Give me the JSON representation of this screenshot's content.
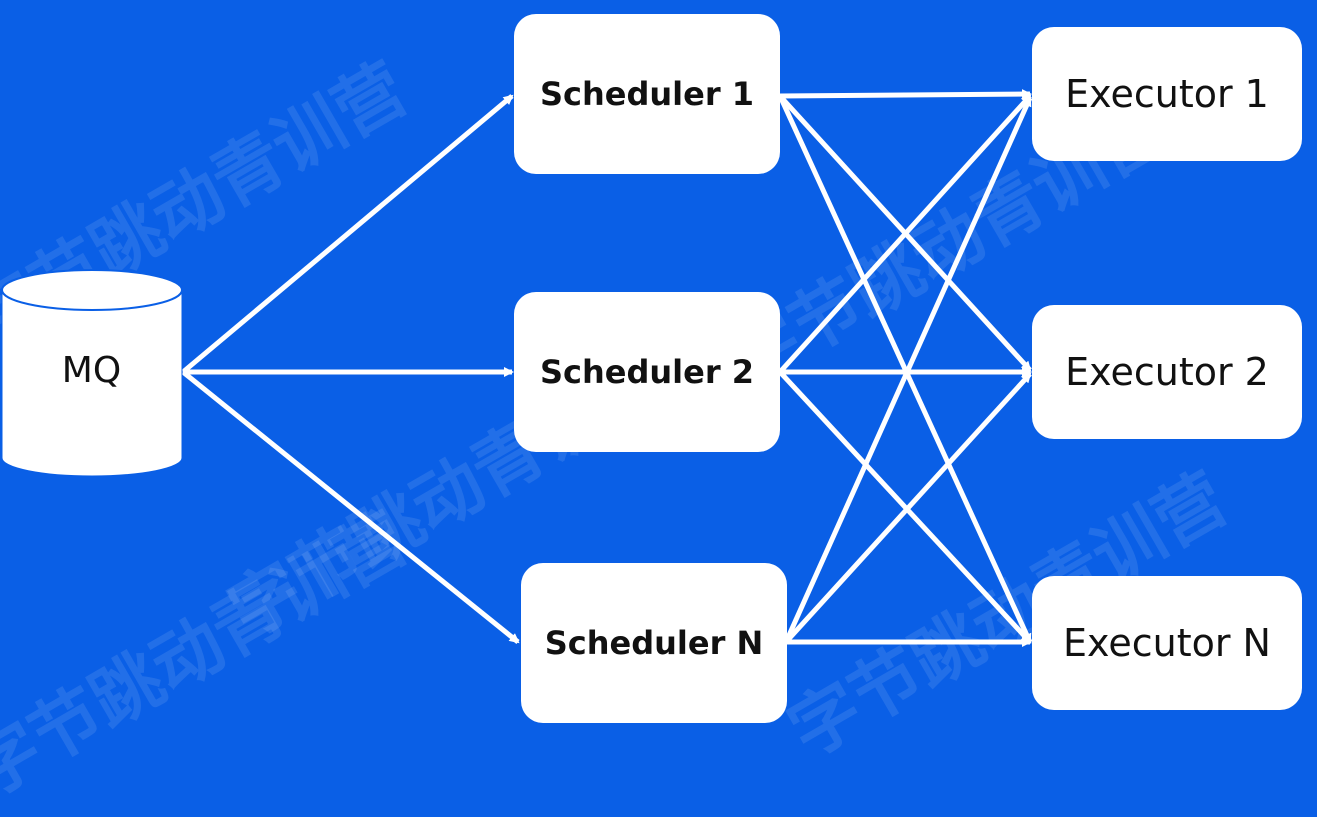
{
  "watermark": "字节跳动青训营",
  "source": {
    "label": "MQ"
  },
  "schedulers": [
    {
      "label": "Scheduler 1"
    },
    {
      "label": "Scheduler 2"
    },
    {
      "label": "Scheduler N"
    }
  ],
  "executors": [
    {
      "label": "Executor 1"
    },
    {
      "label": "Executor 2"
    },
    {
      "label": "Executor N"
    }
  ],
  "colors": {
    "background": "#0a5fe6",
    "node_fill": "#ffffff",
    "arrow": "#ffffff"
  }
}
